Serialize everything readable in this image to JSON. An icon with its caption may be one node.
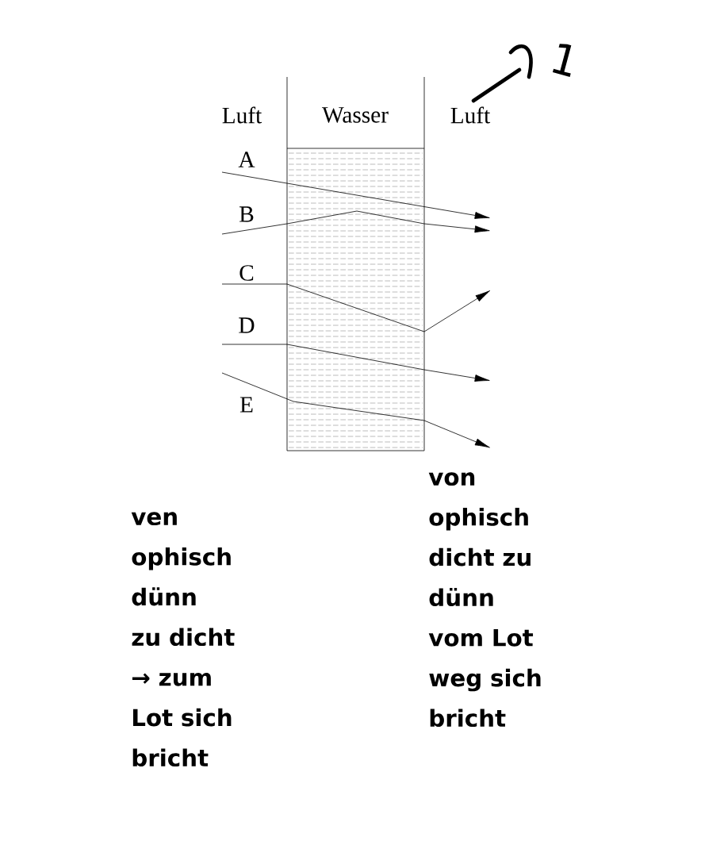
{
  "diagram": {
    "labels": [
      "1",
      "Luft",
      "Wasser",
      "Luft",
      "A",
      "B",
      "C",
      "D",
      "E",
      "von ophisch dicht zu dünn vom Lot weg sich bricht",
      "ven ophisch dünn zu dicht → zum Lot sich bricht"
    ]
  }
}
